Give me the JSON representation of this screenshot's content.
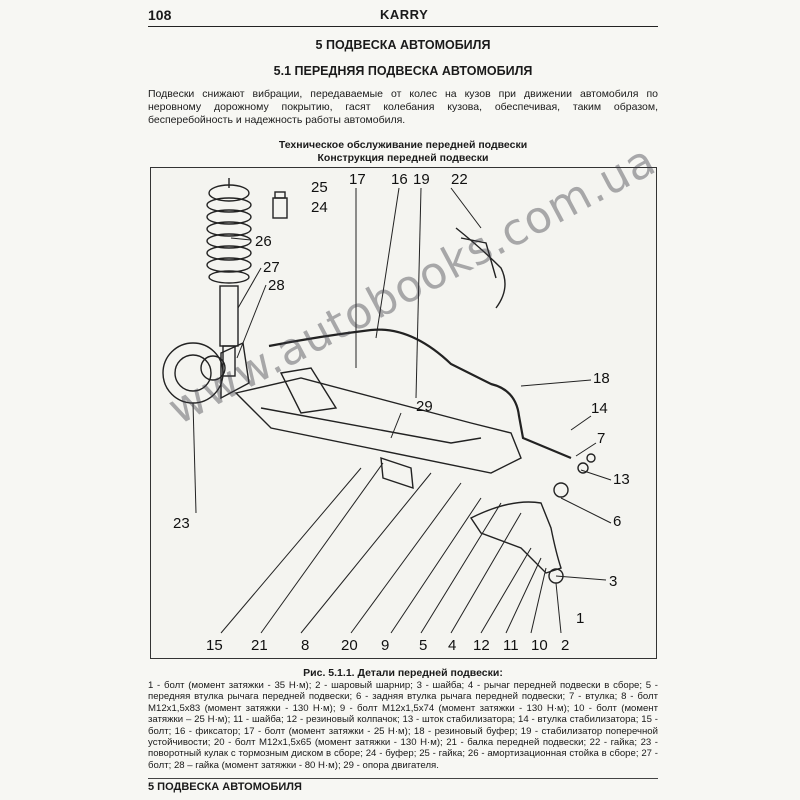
{
  "header": {
    "page_number": "108",
    "brand": "KARRY"
  },
  "section_title": "5 ПОДВЕСКА АВТОМОБИЛЯ",
  "subsection_title": "5.1 ПЕРЕДНЯЯ ПОДВЕСКА АВТОМОБИЛЯ",
  "intro_text": "Подвески снижают вибрации, передаваемые от колес на кузов при движении автомобиля по неровному дорожному покрытию, гасят колебания кузова, обеспечивая, таким образом, бесперебойность и надежность работы автомобиля.",
  "caption_maintenance": "Техническое обслуживание передней подвески",
  "caption_construction": "Конструкция передней подвески",
  "figure": {
    "callouts": [
      "1",
      "2",
      "3",
      "4",
      "5",
      "6",
      "7",
      "8",
      "9",
      "10",
      "11",
      "12",
      "13",
      "14",
      "15",
      "16",
      "17",
      "18",
      "19",
      "20",
      "21",
      "22",
      "23",
      "24",
      "25",
      "26",
      "27",
      "28",
      "29"
    ],
    "title": "Рис. 5.1.1. Детали передней подвески:",
    "legend": "1 - болт (момент затяжки - 35 Н·м); 2 - шаровый шарнир; 3 - шайба; 4 - рычаг передней подвески в сборе; 5 - передняя втулка рычага передней подвески; 6 - задняя втулка рычага передней подвески; 7 - втулка; 8 - болт М12х1,5х83 (момент затяжки - 130 Н·м); 9 - болт М12х1,5х74 (момент затяжки - 130 Н·м); 10 - болт (момент затяжки – 25 Н·м); 11 - шайба; 12 - резиновый колпачок; 13 - шток стабилизатора; 14 - втулка стабилизатора; 15 - болт; 16 - фиксатор; 17 - болт (момент затяжки - 25 Н·м); 18 - резиновый буфер; 19 - стабилизатор поперечной устойчивости; 20 - болт М12х1,5х65 (момент затяжки - 130 Н·м); 21 - балка передней подвески; 22 - гайка; 23 - поворотный кулак с тормозным диском в сборе; 24 - буфер; 25 - гайка; 26 - амортизационная стойка в сборе; 27 - болт; 28 – гайка (момент затяжки - 80 Н·м); 29 - опора двигателя."
  },
  "watermark": "www.autobooks.com.ua",
  "footer": "5 ПОДВЕСКА АВТОМОБИЛЯ"
}
